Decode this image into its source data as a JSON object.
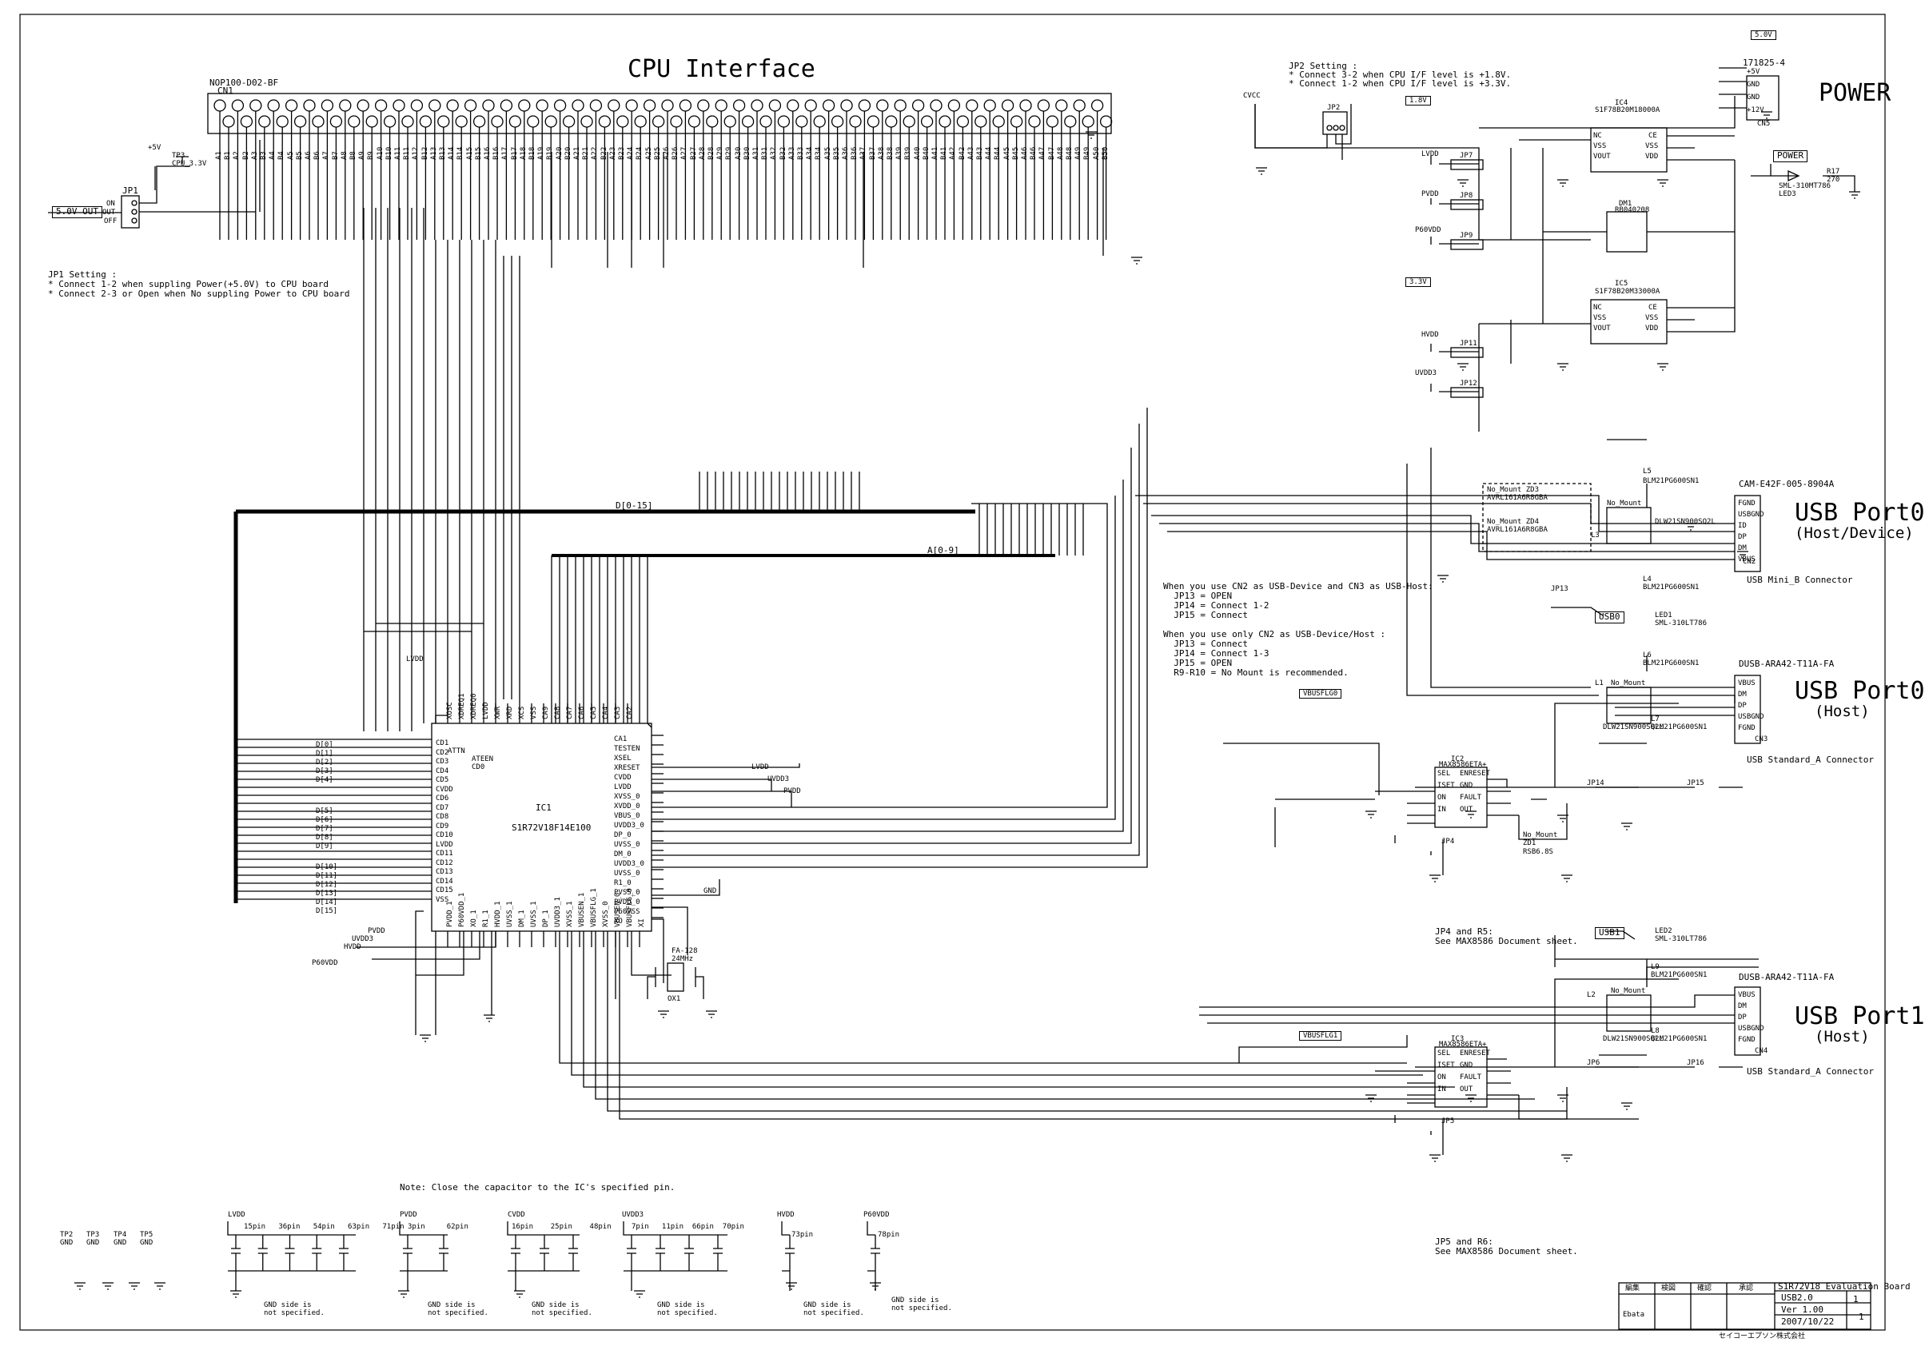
{
  "titles": {
    "cpu_interface": "CPU Interface",
    "power": "POWER",
    "usb_port0_device": "USB Port0",
    "usb_port0_device_mode": "(Host/Device)",
    "usb_port0_host": "USB Port0",
    "usb_port0_host_mode": "(Host)",
    "usb_port1": "USB Port1",
    "usb_port1_mode": "(Host)"
  },
  "connectors": {
    "cn1_part": "NOP100-D02-BF",
    "cn1_ref": "CN1",
    "cn2_part": "CAM-E42F-005-8904A",
    "cn2_ref": "CN2",
    "cn2_type": "USB Mini_B Connector",
    "cn3_part": "DUSB-ARA42-T11A-FA",
    "cn3_ref": "CN3",
    "cn3_type": "USB Standard_A Connector",
    "cn4_part": "DUSB-ARA42-T11A-FA",
    "cn4_ref": "CN4",
    "cn4_type": "USB Standard_A Connector",
    "cn5_part": "171825-4",
    "cn5_ref": "CN5",
    "cn5_pins": [
      "+5V",
      "GND",
      "GND",
      "+12V"
    ]
  },
  "cn1_pins_left": [
    "A1",
    "B1",
    "A2",
    "B2",
    "A3",
    "B3",
    "A4",
    "B4",
    "A5",
    "B5",
    "A6",
    "B6",
    "A7",
    "B7",
    "A8",
    "B8",
    "A9",
    "B9",
    "A10",
    "B10",
    "A11",
    "B11",
    "A12",
    "B12",
    "A13",
    "B13",
    "A14",
    "B14",
    "A15",
    "B15",
    "A16",
    "B16",
    "A17",
    "B17",
    "A18",
    "B18",
    "A19",
    "B19",
    "A20",
    "B20",
    "A21",
    "B21",
    "A22",
    "B22",
    "A23",
    "B23",
    "A24",
    "B24",
    "A25",
    "B25"
  ],
  "cn1_pins_right": [
    "A26",
    "B26",
    "A27",
    "B27",
    "A28",
    "B28",
    "A29",
    "B29",
    "A30",
    "B30",
    "A31",
    "B31",
    "A32",
    "B32",
    "A33",
    "B33",
    "A34",
    "B34",
    "A35",
    "B35",
    "A36",
    "B36",
    "A37",
    "B37",
    "A38",
    "B38",
    "A39",
    "B39",
    "A40",
    "B40",
    "A41",
    "B41",
    "A42",
    "B42",
    "A43",
    "B43",
    "A44",
    "B44",
    "A45",
    "B45",
    "A46",
    "B46",
    "A47",
    "B47",
    "A48",
    "B48",
    "A49",
    "B49",
    "A50",
    "B50"
  ],
  "jp1": {
    "ref": "JP1",
    "on": "ON",
    "out": "OUT",
    "off": "OFF",
    "power_tag": "5.0V OUT",
    "supply": "+5V",
    "tp": "TP3\nCPU_3.3V",
    "setting_title": "JP1 Setting :",
    "setting_1": "* Connect 1-2 when suppling Power(+5.0V) to CPU board",
    "setting_2": "* Connect 2-3 or Open when No suppling Power to CPU board"
  },
  "jp2": {
    "setting_title": "JP2 Setting :",
    "setting_1": "* Connect 3-2 when CPU I/F level is +1.8V.",
    "setting_2": "* Connect 1-2 when CPU I/F level is +3.3V.",
    "ref": "JP2",
    "net": "CVCC"
  },
  "power_section": {
    "v18": "1.8V",
    "v33": "3.3V",
    "v50": "5.0V",
    "ic4": "IC4",
    "ic4_part": "S1F78B20M18000A",
    "ic5": "IC5",
    "ic5_part": "S1F78B20M33000A",
    "dm1": "DM1",
    "dm1_part": "RB040208",
    "reg_pins": [
      "NC",
      "VSS",
      "VOUT",
      "CE",
      "VSS",
      "VDD"
    ],
    "lvdd": "LVDD",
    "pvdd": "PVDD",
    "p60vdd": "P60VDD",
    "hvdd": "HVDD",
    "uvdd3": "UVDD3",
    "jp7": "JP7",
    "jp8": "JP8",
    "jp9": "JP9",
    "jp11": "JP11",
    "jp12": "JP12",
    "power_led_tag": "POWER",
    "led3": "SML-310MT786\nLED3",
    "r17": "R17\n270",
    "gnd": "GND"
  },
  "buses": {
    "d_bus": "D[0-15]",
    "a_bus": "A[0-9]"
  },
  "ic1": {
    "ref": "IC1",
    "part": "S1R72V18F14E100",
    "left_pins": [
      "CD1",
      "CD2",
      "CD3",
      "CD4",
      "CD5",
      "CVDD",
      "CD6",
      "CD7",
      "CD8",
      "CD9",
      "CD10",
      "LVDD",
      "CD11",
      "CD12",
      "CD13",
      "CD14",
      "CD15",
      "VSS"
    ],
    "left_data": [
      "D[0]",
      "D[1]",
      "D[2]",
      "D[3]",
      "D[4]",
      "D[5]",
      "D[6]",
      "D[7]",
      "D[8]",
      "D[9]",
      "D[10]",
      "D[11]",
      "D[12]",
      "D[13]",
      "D[14]",
      "D[15]"
    ],
    "right_pins": [
      "CA1",
      "TESTEN",
      "XSEL",
      "XRESET",
      "CVDD",
      "LVDD",
      "XVSS_0",
      "XVDD_0",
      "VBUS_0",
      "UVDD3_0",
      "DP_0",
      "UVSS_0",
      "DM_0",
      "UVDD3_0",
      "UVSS_0",
      "R1_0",
      "PVSS_0",
      "PVDD_0",
      "P60VSS",
      "XO"
    ],
    "bottom_pins": [
      "PVDD_1",
      "P60VDD_1",
      "XO_1",
      "R1_1",
      "HVDD_1",
      "UVSS_1",
      "DM_1",
      "UVSS_1",
      "DP_1",
      "UVDD3_1",
      "XVSS_1",
      "VBUSEN_1",
      "VBUSFLG_1",
      "XVSS_0",
      "VBUSEN_0",
      "VBUSFLG_0",
      "XI"
    ],
    "top_pins": [
      "XOSC",
      "XDREQ1",
      "XDREQ0",
      "LVDD",
      "XWR",
      "XRD",
      "XCS",
      "VSS",
      "CA9",
      "CA8",
      "CA7",
      "CA6",
      "CA5",
      "CA4",
      "CA3",
      "CA2"
    ],
    "attn": "ATTN",
    "ateen": "ATEEN",
    "cdo": "CD0"
  },
  "usb_section": {
    "l3": "L3",
    "l4": "L4",
    "l5": "L5",
    "l1": "L1",
    "l2": "L2",
    "l6": "L6",
    "l7": "L7",
    "l8": "L8",
    "l9": "L9",
    "choke": "DLW21SN900SQ2L",
    "bead": "BLM21PG600SN1",
    "no_mount": "No_Mount",
    "zd3": "No_Mount ZD3\nAVRL161A6R8GBA",
    "zd4": "No_Mount ZD4\nAVRL161A6R8GBA",
    "zd1": "No_Mount\nZD1\nRSB6.8S",
    "usb0_tag": "USB0",
    "usb1_tag": "USB1",
    "led1": "LED1\nSML-310LT786",
    "led2": "LED2\nSML-310LT786",
    "ic2": "IC2",
    "ic3": "IC3",
    "max_part": "MAX8586ETA+",
    "max_pins": [
      "SEL",
      "ISET",
      "ON",
      "IN",
      "ENRESET",
      "GND",
      "FAULT",
      "OUT"
    ],
    "vbusflg0": "VBUSFLG0",
    "vbusflg1": "VBUSFLG1",
    "jp13": "JP13",
    "jp14": "JP14",
    "jp15": "JP15",
    "jp4": "JP4",
    "jp5": "JP5",
    "jp6": "JP6",
    "jp16": "JP16",
    "cn2_pins": [
      "FGND",
      "USBGND",
      "ID",
      "DP",
      "DM",
      "VBUS"
    ],
    "cn3_pins": [
      "VBUS",
      "DM",
      "DP",
      "USBGND",
      "FGND"
    ],
    "usb_note_title": "When you use CN2 as USB-Device and CN3 as USB-Host:",
    "usb_note_1": "  JP13 = OPEN",
    "usb_note_2": "  JP14 = Connect 1-2",
    "usb_note_3": "  JP15 = Connect",
    "usb_note_title2": "When you use only CN2 as USB-Device/Host :",
    "usb_note_4": "  JP13 = Connect",
    "usb_note_5": "  JP14 = Connect 1-3",
    "usb_note_6": "  JP15 = OPEN",
    "usb_note_7": "  R9-R10 = No Mount is recommended.",
    "jp4_note_1": "JP4 and R5:",
    "jp4_note_2": "See MAX8586 Document sheet.",
    "jp5_note_1": "JP5 and R6:",
    "jp5_note_2": "See MAX8586 Document sheet."
  },
  "crystal": {
    "ref": "OX1",
    "part": "FA-128\n24MHz"
  },
  "notes": {
    "capacitor_note": "Note: Close the capacitor to the IC's specified pin.",
    "gnd_unspec": "GND side is\nnot specified."
  },
  "decoupling": {
    "lvdd": "LVDD",
    "pvdd": "PVDD",
    "cvdd": "CVDD",
    "uvdd3": "UVDD3",
    "hvdd": "HVDD",
    "p60vdd": "P60VDD",
    "lvdd_pins": "15pin   36pin   54pin   63pin   71pin",
    "pvdd_pins": "3pin     62pin",
    "cvdd_pins": "16pin    25pin    48pin",
    "uvdd3_pins": "7pin   11pin  66pin  70pin",
    "hvdd_pins": "73pin",
    "p60vdd_pins": "78pin",
    "tp_labels": [
      "TP2\nGND",
      "TP3\nGND",
      "TP4\nGND",
      "TP5\nGND"
    ]
  },
  "title_block": {
    "headers": [
      "編集",
      "検図",
      "確認",
      "承認"
    ],
    "drawn_by": "Ebata",
    "board": "S1R72V18 Evaluation Board",
    "sheet_name": "USB2.0",
    "version": "Ver 1.00",
    "date": "2007/10/22",
    "sheet_no": "1",
    "sheet_total": "1",
    "company": "セイコーエプソン株式会社"
  }
}
